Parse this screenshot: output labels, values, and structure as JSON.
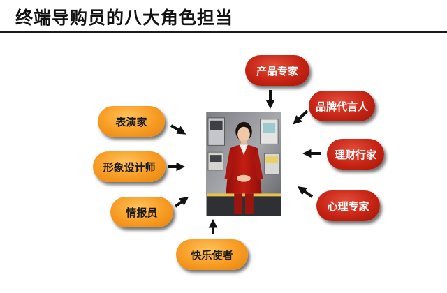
{
  "title": "终端导购员的八大角色担当",
  "center": {
    "image": "sales-associate-photo"
  },
  "roles": {
    "product_expert": "产品专家",
    "brand_spokesperson": "品牌代言人",
    "financial_manager": "理财行家",
    "psychology_expert": "心理专家",
    "performer": "表演家",
    "image_designer": "形象设计师",
    "intelligence_officer": "情报员",
    "happiness_messenger": "快乐使者"
  },
  "colors": {
    "pill_orange": "#f79b22",
    "pill_red": "#c72414",
    "arrow": "#111111"
  }
}
